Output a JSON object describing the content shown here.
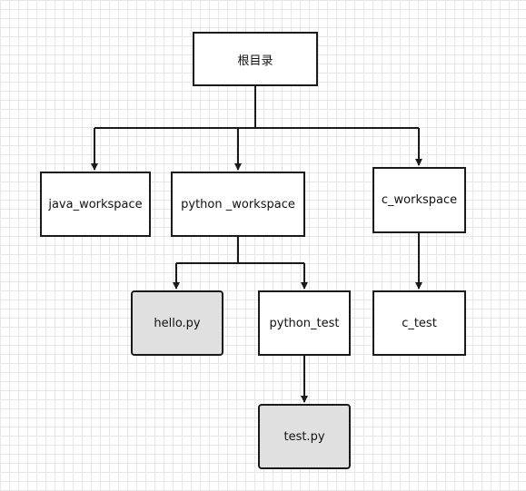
{
  "diagram": {
    "nodes": {
      "root": {
        "label": "根目录"
      },
      "java_workspace": {
        "label": "java_workspace"
      },
      "python_workspace": {
        "label": "python _workspace"
      },
      "c_workspace": {
        "label": "c_workspace"
      },
      "hello_py": {
        "label": "hello.py",
        "type": "file"
      },
      "python_test": {
        "label": "python_test"
      },
      "c_test": {
        "label": "c_test"
      },
      "test_py": {
        "label": "test.py",
        "type": "file"
      }
    },
    "edges": [
      {
        "from": "root",
        "to": "java_workspace"
      },
      {
        "from": "root",
        "to": "python_workspace"
      },
      {
        "from": "root",
        "to": "c_workspace"
      },
      {
        "from": "python_workspace",
        "to": "hello_py"
      },
      {
        "from": "python_workspace",
        "to": "python_test"
      },
      {
        "from": "c_workspace",
        "to": "c_test"
      },
      {
        "from": "python_test",
        "to": "test_py"
      }
    ],
    "colors": {
      "line": "#1a1a1a",
      "file_fill": "#e0e0e0",
      "grid": "#e6e6e6"
    }
  }
}
